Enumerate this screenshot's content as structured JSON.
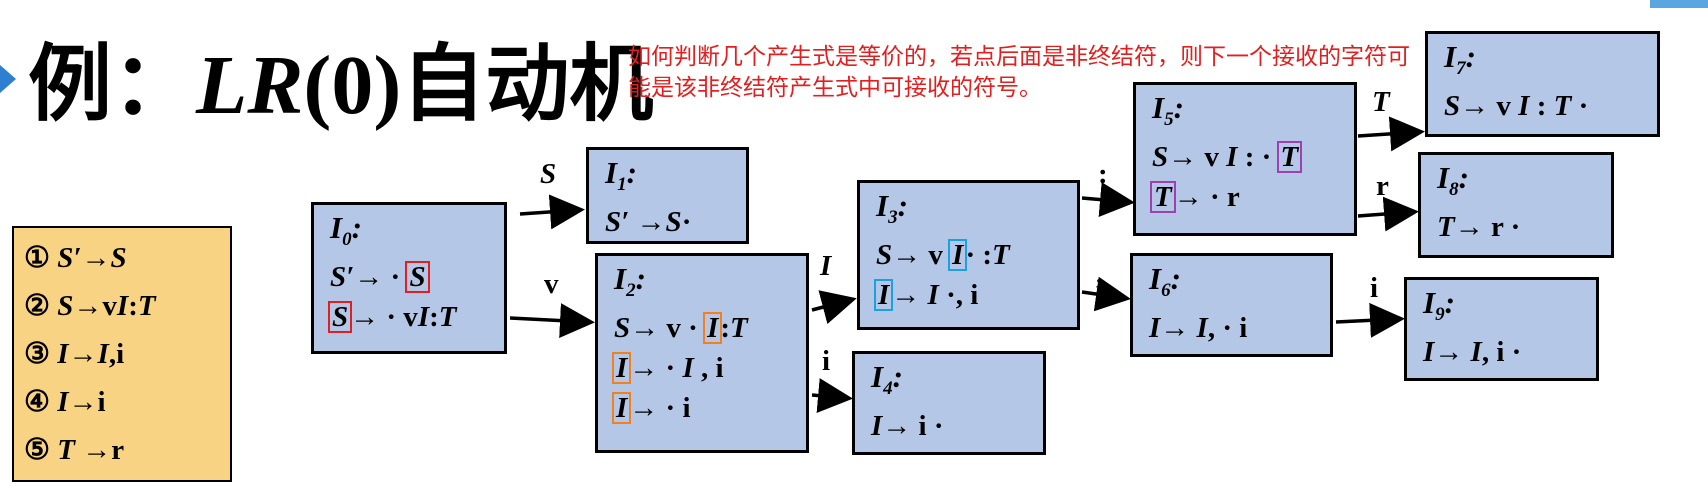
{
  "title": {
    "prefix": "例：",
    "lr": "LR",
    "paren": "(0)",
    "suffix": "自动机"
  },
  "note": "如何判断几个产生式是等价的，若点后面是非终结符，则下一个接收的字符可能是该非终结符产生式中可接收的符号。",
  "grammar": [
    {
      "num": "①",
      "lhs": "S′",
      "arrow": "→",
      "rhs": "S"
    },
    {
      "num": "②",
      "lhs": "S",
      "arrow": "→",
      "rhs_a": "v",
      "rhs_b": "I",
      "rhs_c": ":",
      "rhs_d": "T"
    },
    {
      "num": "③",
      "lhs": "I",
      "arrow": "→",
      "rhs_a": "I",
      "rhs_b": ",i"
    },
    {
      "num": "④",
      "lhs": "I",
      "arrow": "→",
      "rhs": "i"
    },
    {
      "num": "⑤",
      "lhs": "T",
      "arrow": " →",
      "rhs": "r"
    }
  ],
  "states": {
    "i0": {
      "name": "I",
      "sub": "0",
      "items": [
        "S′→ ·",
        "S",
        "S",
        "→ · v",
        "I",
        ":",
        "T"
      ]
    },
    "i1": {
      "name": "I",
      "sub": "1",
      "item": "S′ →S·"
    },
    "i2": {
      "name": "I",
      "sub": "2"
    },
    "i3": {
      "name": "I",
      "sub": "3"
    },
    "i4": {
      "name": "I",
      "sub": "4",
      "item": "I→ i ·"
    },
    "i5": {
      "name": "I",
      "sub": "5"
    },
    "i6": {
      "name": "I",
      "sub": "6",
      "item": "I→ I, · i"
    },
    "i7": {
      "name": "I",
      "sub": "7",
      "item": "S→ v I : T ·"
    },
    "i8": {
      "name": "I",
      "sub": "8",
      "item": "T→ r ·"
    },
    "i9": {
      "name": "I",
      "sub": "9",
      "item": "I→ I, i ·"
    }
  },
  "edges": {
    "s": "S",
    "v": "v",
    "I": "I",
    "i1": "i",
    "colon": ":",
    "comma": ",",
    "T": "T",
    "r": "r",
    "i2": "i"
  },
  "colors": {
    "state_fill": "#b4c7e7",
    "grammar_fill": "#f9d384",
    "note": "#e02020",
    "hl_red": "#e02020",
    "hl_orange": "#f08020",
    "hl_blue": "#1ba1e2",
    "hl_purple": "#a040b0"
  }
}
